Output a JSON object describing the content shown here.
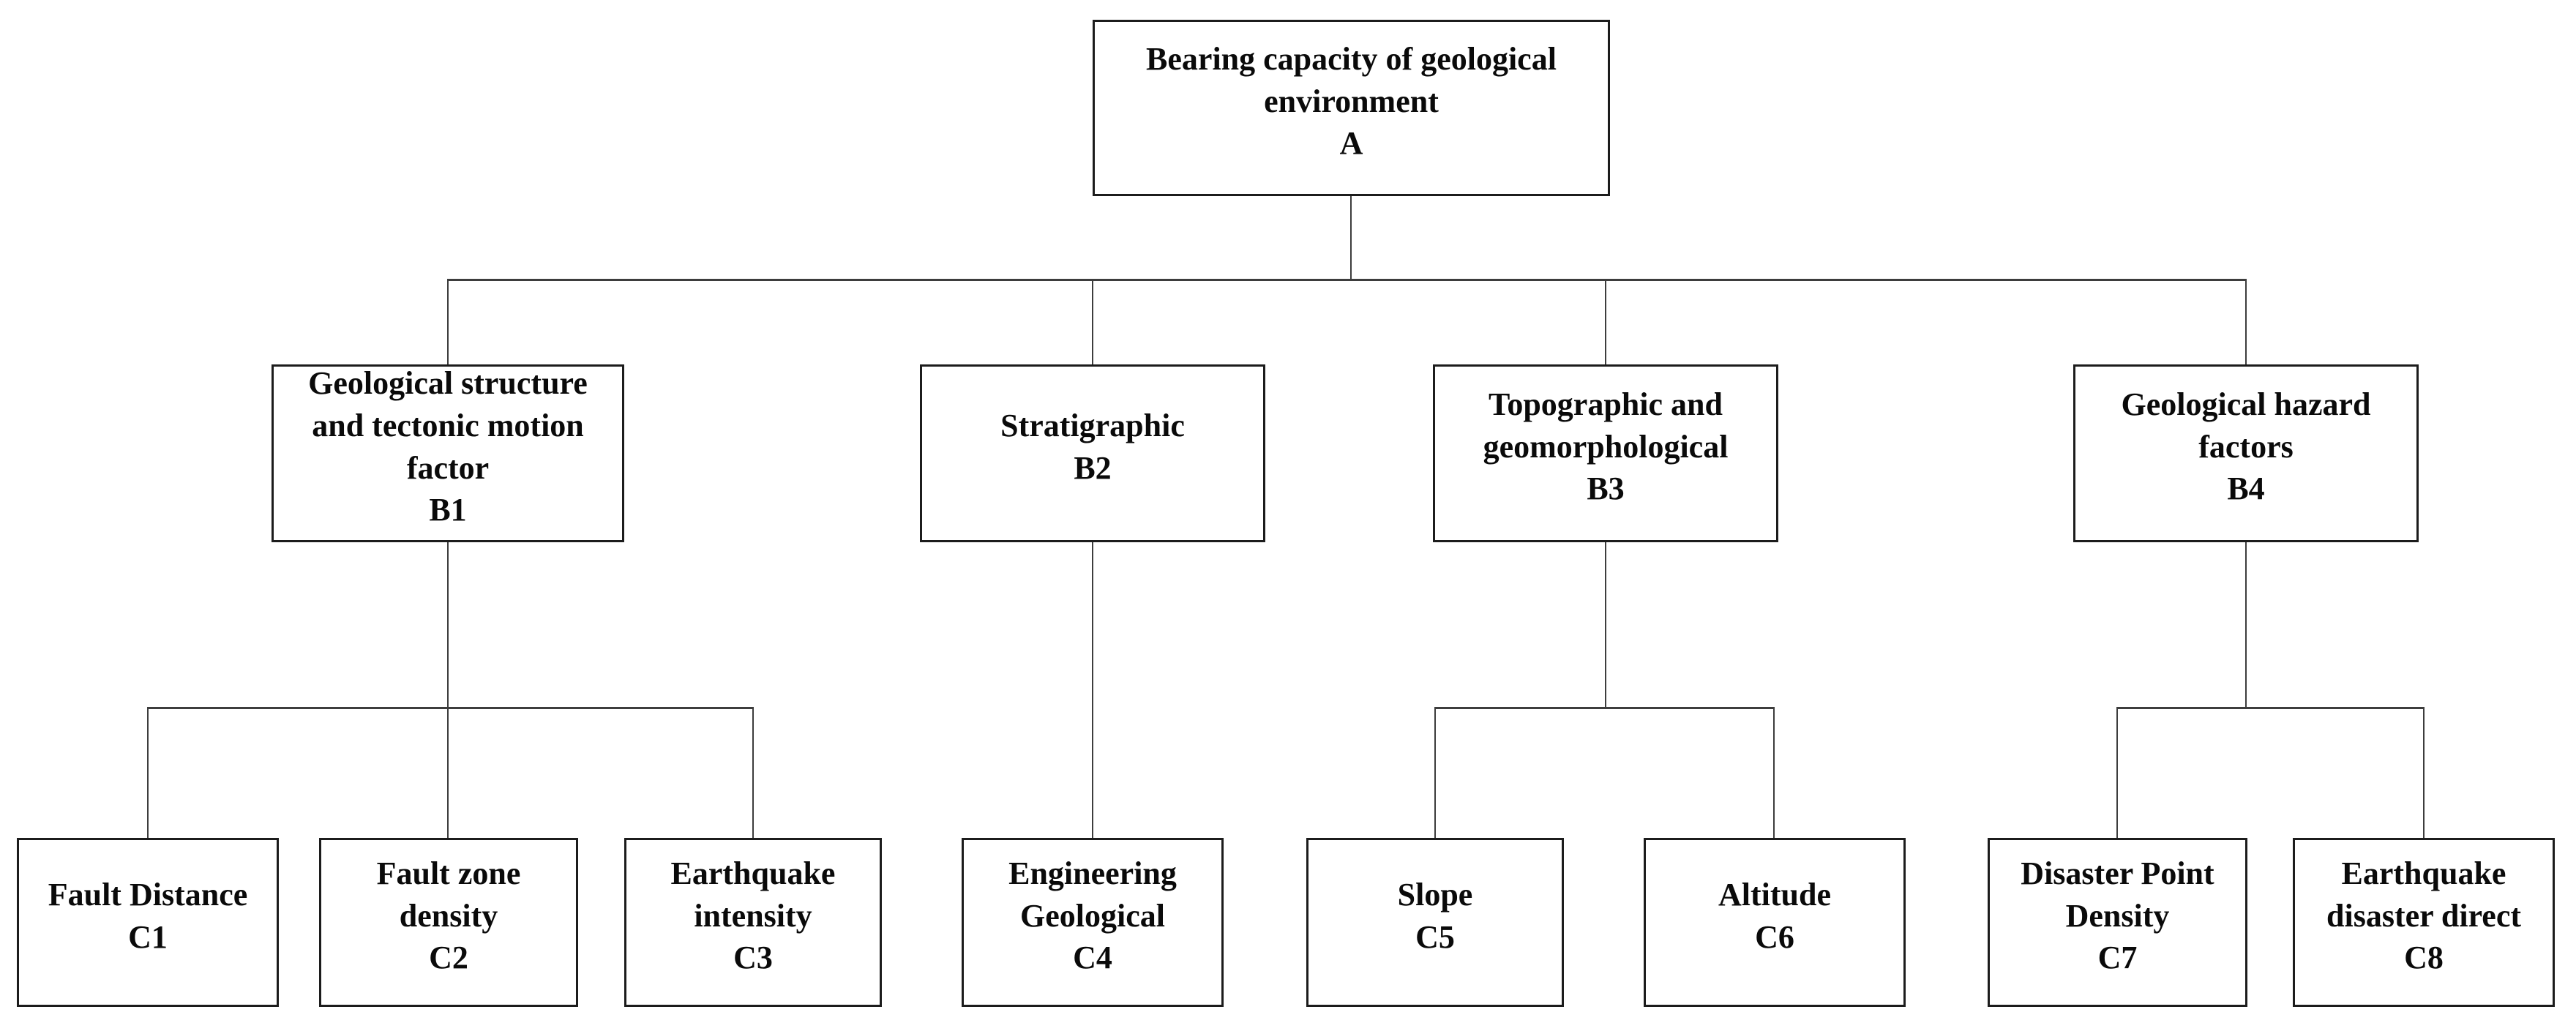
{
  "diagram": {
    "root": {
      "id": "A",
      "label": "Bearing capacity of geological\nenvironment\nA"
    },
    "branches": [
      {
        "id": "B1",
        "label": "Geological structure\nand tectonic motion\nfactor\nB1",
        "children": [
          {
            "id": "C1",
            "label": "Fault Distance\nC1"
          },
          {
            "id": "C2",
            "label": "Fault zone\ndensity\nC2"
          },
          {
            "id": "C3",
            "label": "Earthquake\nintensity\nC3"
          }
        ]
      },
      {
        "id": "B2",
        "label": "Stratigraphic\nB2",
        "children": [
          {
            "id": "C4",
            "label": "Engineering\nGeological\nC4"
          }
        ]
      },
      {
        "id": "B3",
        "label": "Topographic and\ngeomorphological\nB3",
        "children": [
          {
            "id": "C5",
            "label": "Slope\nC5"
          },
          {
            "id": "C6",
            "label": "Altitude\nC6"
          }
        ]
      },
      {
        "id": "B4",
        "label": "Geological hazard\nfactors\nB4",
        "children": [
          {
            "id": "C7",
            "label": "Disaster Point\nDensity\nC7"
          },
          {
            "id": "C8",
            "label": "Earthquake\ndisaster direct\nC8"
          }
        ]
      }
    ]
  }
}
